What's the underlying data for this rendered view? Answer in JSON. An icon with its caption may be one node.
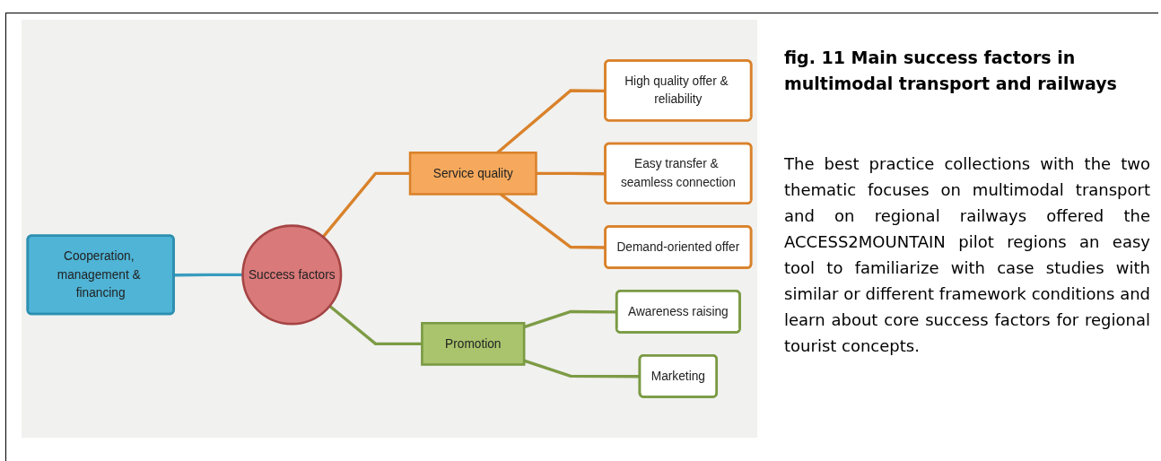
{
  "diagram": {
    "caption": "fig. 11 Main success factors in multimodal transport and railways",
    "nodes": [
      {
        "text": [
          "Service quality"
        ]
      },
      {
        "text": [
          "High quality offer & reliability"
        ]
      },
      {
        "text": [
          "Easy transfer & seamless connection"
        ]
      },
      {
        "text": [
          "Demand-oriented offer"
        ]
      },
      {
        "text": [
          "Cooperation, management & financing"
        ]
      },
      {
        "text": [
          "Success factors"
        ]
      },
      {
        "text": [
          "Awareness raising"
        ]
      },
      {
        "text": [
          "Promotion"
        ]
      },
      {
        "text": [
          "Marketing"
        ]
      }
    ],
    "edges": [
      {
        "from": 0,
        "to": 1,
        "arrow": "none"
      },
      {
        "from": 0,
        "to": 2,
        "arrow": "none"
      },
      {
        "from": 0,
        "to": 3,
        "arrow": "none"
      },
      {
        "from": 5,
        "to": 0,
        "arrow": "none"
      },
      {
        "from": 4,
        "to": 5,
        "arrow": "none",
        "color": "#3a9cbf"
      },
      {
        "from": 5,
        "to": 7,
        "arrow": "none",
        "color": "#7d9b45"
      },
      {
        "from": 7,
        "to": 6,
        "arrow": "none",
        "color": "#7d9b45"
      },
      {
        "from": 7,
        "to": 8,
        "arrow": "none",
        "color": "#7d9b45"
      }
    ],
    "labels": [
      "The best practice collections with the two thematic focuses on multimodal transport and on regional railways offered the ACCESS2MOUNTAIN pilot regions an easy tool to familiarize with case studies with similar or different framework conditions and learn about core success factors for regional tourist concepts."
    ]
  }
}
